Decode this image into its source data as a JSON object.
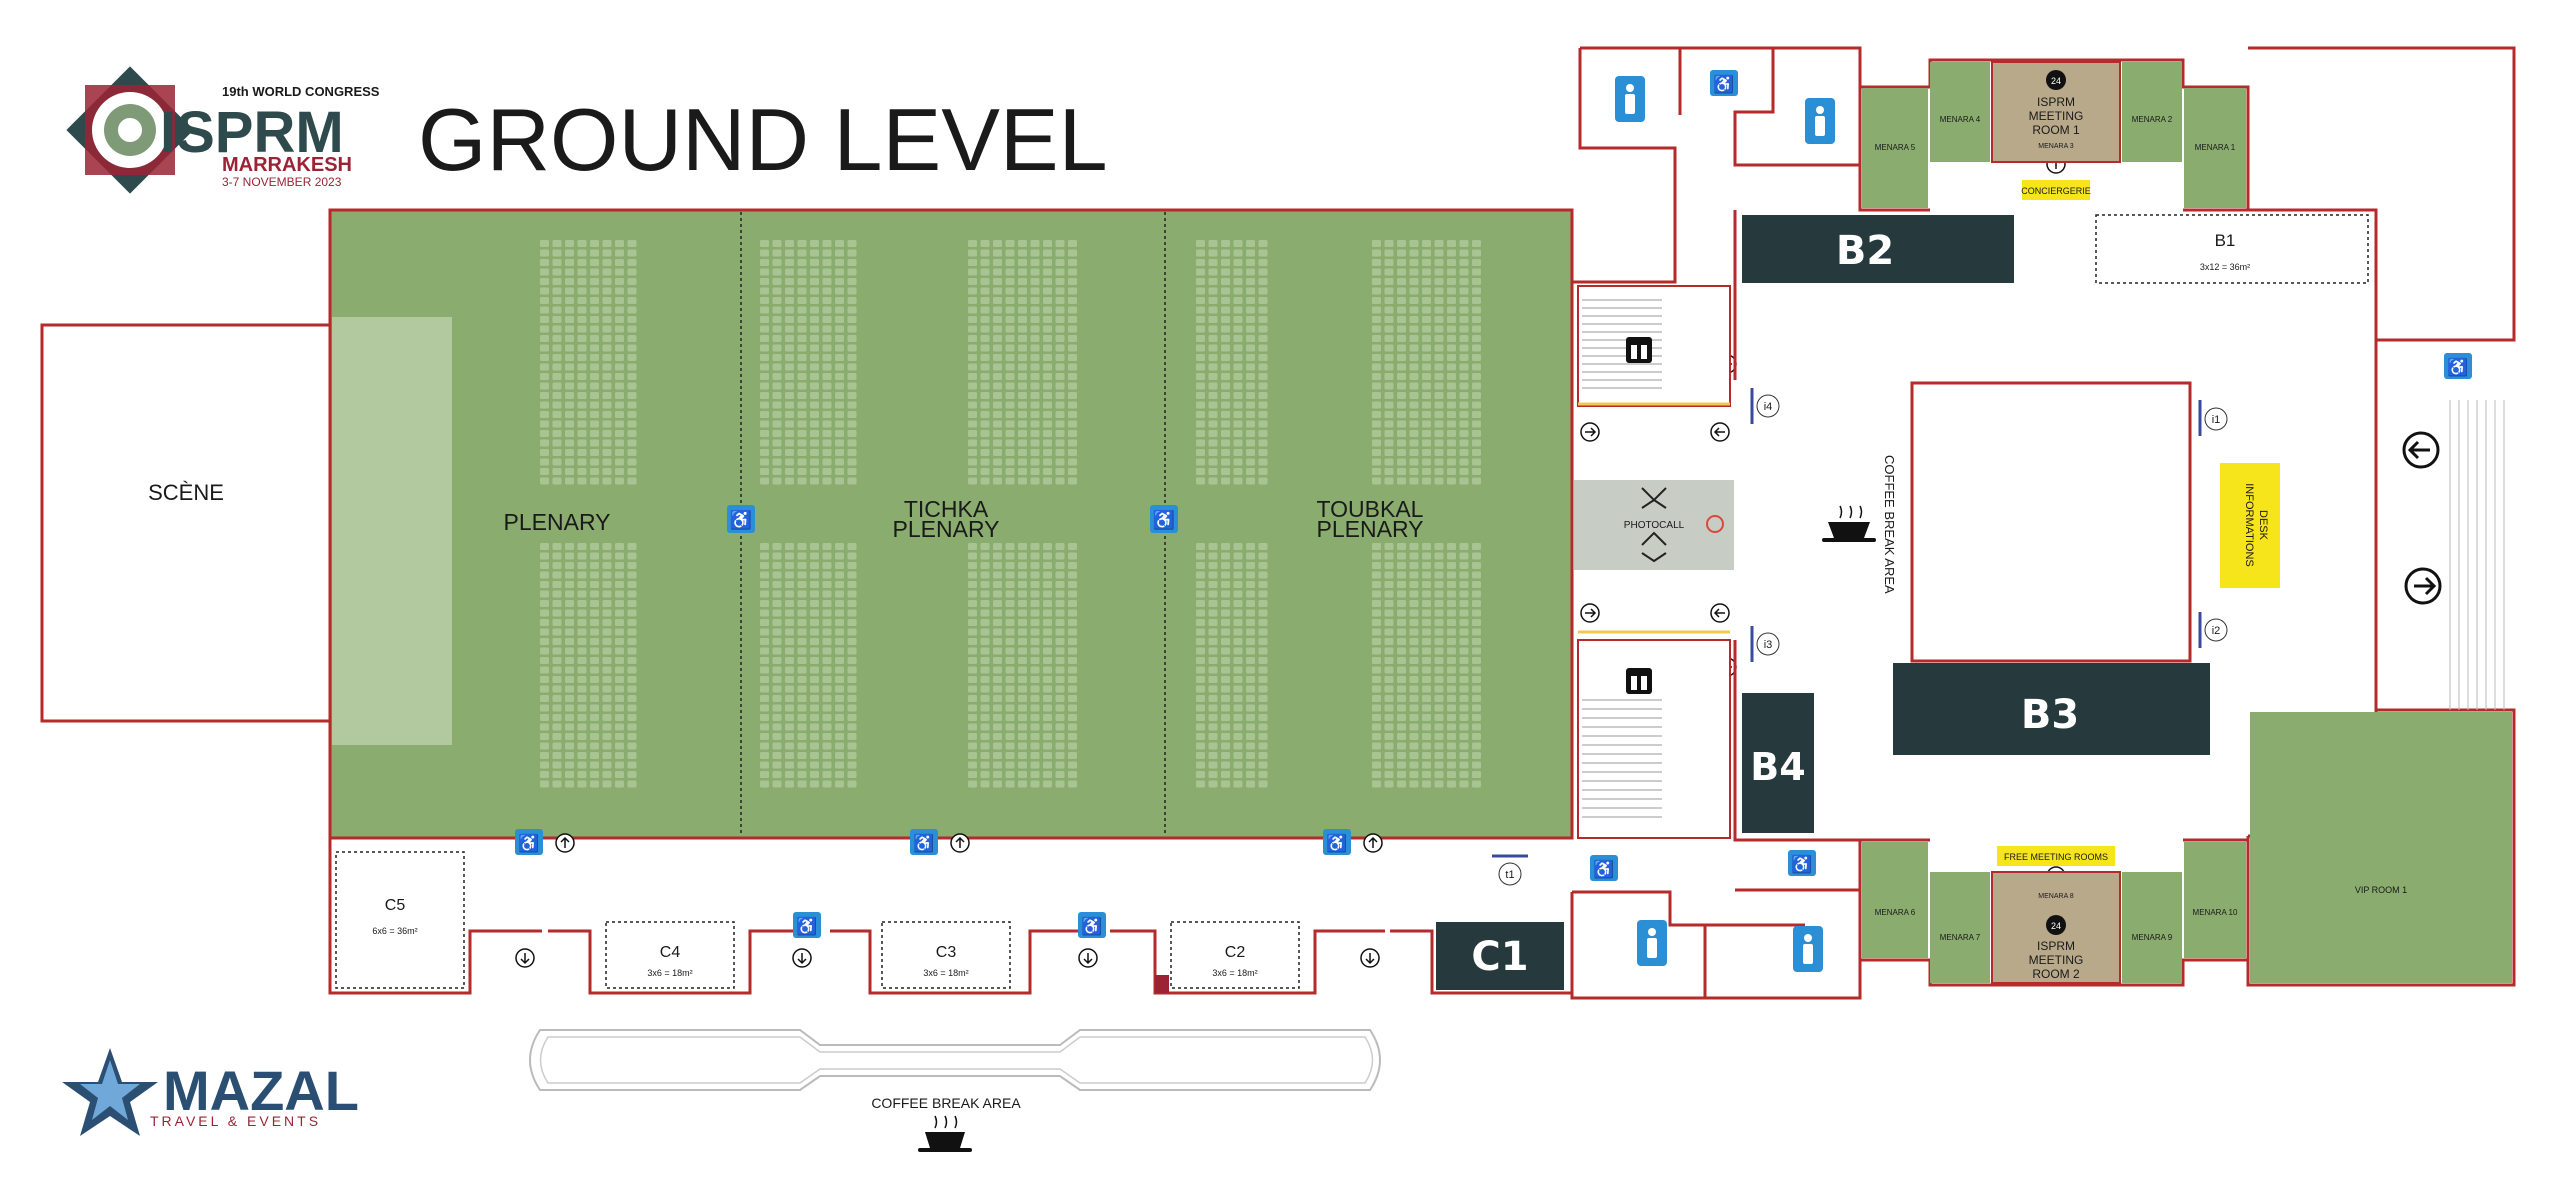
{
  "header": {
    "title": "GROUND LEVEL",
    "logo": {
      "congress": "19th WORLD CONGRESS",
      "name": "ISPRM",
      "city": "MARRAKESH",
      "dates": "3-7 NOVEMBER 2023"
    }
  },
  "sponsor": {
    "name": "MAZAL",
    "tagline": "TRAVEL & EVENTS"
  },
  "halls": {
    "scene": "SCÈNE",
    "plenary": "PLENARY",
    "tichka_1": "TICHKA",
    "tichka_2": "PLENARY",
    "toubkal_1": "TOUBKAL",
    "toubkal_2": "PLENARY",
    "photocall": "PHOTOCALL"
  },
  "booths": {
    "b1": "B1",
    "b1_size": "3x12 = 36m²",
    "b2": "B2",
    "b3": "B3",
    "b4": "B4",
    "c1": "C1",
    "c2": "C2",
    "c2_size": "3x6 = 18m²",
    "c3": "C3",
    "c3_size": "3x6 = 18m²",
    "c4": "C4",
    "c4_size": "3x6 = 18m²",
    "c5": "C5",
    "c5_size": "6x6 = 36m²"
  },
  "rooms": {
    "menara_1": "MENARA 1",
    "menara_2": "MENARA 2",
    "menara_3": "MENARA 3",
    "menara_4": "MENARA 4",
    "menara_5": "MENARA 5",
    "menara_6": "MENARA 6",
    "menara_7": "MENARA 7",
    "menara_8": "MENARA 8",
    "menara_9": "MENARA 9",
    "menara_10": "MENARA 10",
    "meeting_1_a": "ISPRM",
    "meeting_1_b": "MEETING",
    "meeting_1_c": "ROOM 1",
    "meeting_2_a": "ISPRM",
    "meeting_2_b": "MEETING",
    "meeting_2_c": "ROOM 2",
    "vip": "VIP ROOM 1",
    "concierge": "CONCIERGERIE",
    "free_meeting": "FREE MEETING ROOMS",
    "info_desk_1": "INFORMATIONS",
    "info_desk_2": "DESK",
    "hours_badge": "24"
  },
  "areas": {
    "coffee_vertical": "COFFEE BREAK AREA",
    "coffee_bottom": "COFFEE BREAK AREA"
  },
  "markers": {
    "i1": "i1",
    "i2": "i2",
    "i3": "i3",
    "i4": "i4",
    "t1": "t1"
  },
  "colors": {
    "hall_green": "#8aac6e",
    "wall_red": "#b52a2a",
    "booth_dark": "#263a3e",
    "highlight_yellow": "#f7e51c",
    "accessibility_blue": "#2b8fd6"
  }
}
